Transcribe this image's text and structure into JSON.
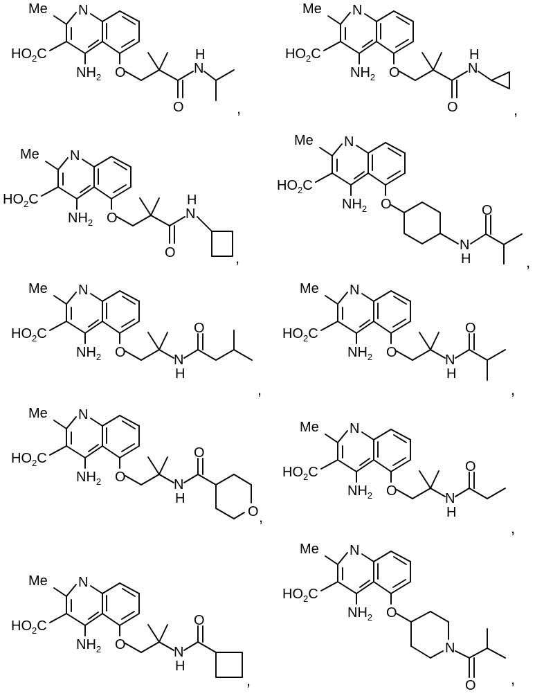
{
  "figure": {
    "atoms": {
      "methyl": "Me",
      "ring_n": "N",
      "acid_prefix": "HO",
      "acid_subscript": "2",
      "acid_suffix": "C",
      "amine_prefix": "NH",
      "amine_subscript": "2",
      "ether_o": "O",
      "carbonyl_o": "O",
      "ring_o": "O",
      "amide_n": "N",
      "amide_h": "H"
    },
    "separator": ",",
    "structures": [
      {
        "side_chain": "2,2-dimethyl-3-oxo-propoxy amide of isopropylamine"
      },
      {
        "side_chain": "2,2-dimethyl-3-oxo-propoxy amide of cyclopropylamine"
      },
      {
        "side_chain": "2,2-dimethyl-3-oxo-propoxy amide of cyclobutylamine"
      },
      {
        "side_chain": "cyclohexyloxy bearing isobutyramide"
      },
      {
        "side_chain": "2-methyl-2-(3-methylbutanamido)propoxy"
      },
      {
        "side_chain": "2-methyl-2-isobutyramido-propoxy"
      },
      {
        "side_chain": "2-methyl-2-(tetrahydropyran-4-carboxamido)propoxy"
      },
      {
        "side_chain": "2-methyl-2-propionamido-propoxy"
      },
      {
        "side_chain": "2-methyl-2-(cyclobutanecarboxamido)propoxy"
      },
      {
        "side_chain": "1-isobutyryl-piperidin-4-yloxy"
      }
    ]
  }
}
